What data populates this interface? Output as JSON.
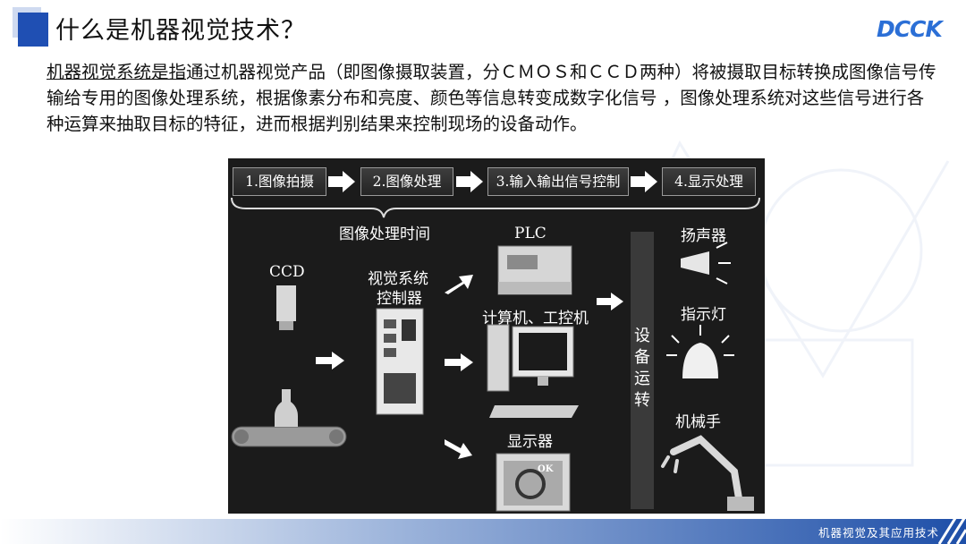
{
  "header": {
    "title": "什么是机器视觉技术？",
    "logo_text": "DCCK"
  },
  "intro": {
    "lead": "机器视觉系统是指",
    "rest": "通过机器视觉产品（即图像摄取装置，分ＣＭＯＳ和ＣＣＤ两种）将被摄取目标转换成图像信号传输给专用的图像处理系统，根据像素分布和亮度、颜色等信息转变成数字化信号 ，图像处理系统对这些信号进行各种运算来抽取目标的特征，进而根据判别结果来控制现场的设备动作。"
  },
  "figure": {
    "steps": [
      "1.图像拍摄",
      "2.图像处理",
      "3.输入输出信号控制",
      "4.显示处理"
    ],
    "brace_label": "图像处理时间",
    "ccd_label": "CCD",
    "controller_label_1": "视觉系统",
    "controller_label_2": "控制器",
    "plc_label": "PLC",
    "computer_label": "计算机、工控机",
    "display_label": "显示器",
    "display_badge": "OK",
    "equipment_label": [
      "设",
      "备",
      "运",
      "转"
    ],
    "speaker_label": "扬声器",
    "indicator_label": "指示灯",
    "robot_label": "机械手"
  },
  "footer": {
    "text": "机器视觉及其应用技术"
  }
}
